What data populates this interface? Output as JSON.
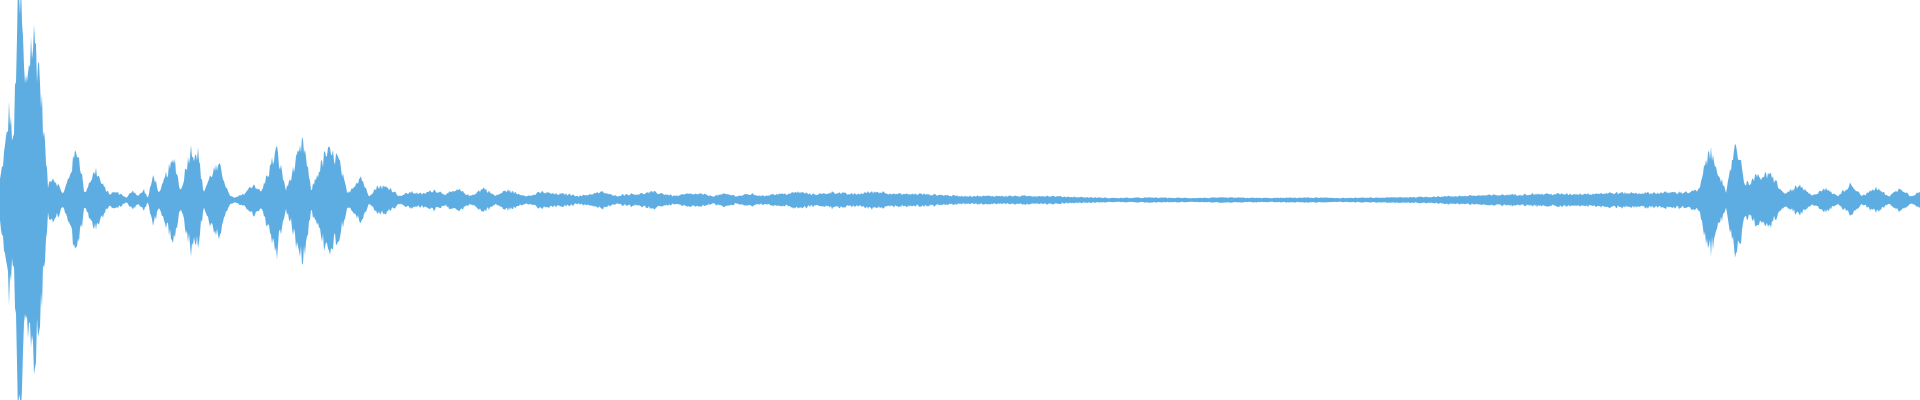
{
  "waveform": {
    "color": "#5dade2",
    "background": "#ffffff",
    "envelope": [
      [
        0.0,
        0.1
      ],
      [
        0.003,
        0.28
      ],
      [
        0.005,
        0.47
      ],
      [
        0.007,
        0.25
      ],
      [
        0.009,
        0.92
      ],
      [
        0.011,
        0.99
      ],
      [
        0.013,
        0.55
      ],
      [
        0.016,
        0.78
      ],
      [
        0.018,
        0.8
      ],
      [
        0.02,
        0.7
      ],
      [
        0.022,
        0.45
      ],
      [
        0.025,
        0.07
      ],
      [
        0.027,
        0.12
      ],
      [
        0.03,
        0.08
      ],
      [
        0.033,
        0.03
      ],
      [
        0.036,
        0.12
      ],
      [
        0.04,
        0.26
      ],
      [
        0.042,
        0.17
      ],
      [
        0.044,
        0.03
      ],
      [
        0.047,
        0.1
      ],
      [
        0.05,
        0.15
      ],
      [
        0.053,
        0.08
      ],
      [
        0.057,
        0.03
      ],
      [
        0.06,
        0.04
      ],
      [
        0.063,
        0.03
      ],
      [
        0.066,
        0.01
      ],
      [
        0.069,
        0.05
      ],
      [
        0.072,
        0.02
      ],
      [
        0.075,
        0.05
      ],
      [
        0.077,
        0.01
      ],
      [
        0.08,
        0.13
      ],
      [
        0.083,
        0.03
      ],
      [
        0.087,
        0.14
      ],
      [
        0.091,
        0.2
      ],
      [
        0.094,
        0.04
      ],
      [
        0.099,
        0.25
      ],
      [
        0.103,
        0.24
      ],
      [
        0.106,
        0.04
      ],
      [
        0.111,
        0.15
      ],
      [
        0.115,
        0.16
      ],
      [
        0.119,
        0.03
      ],
      [
        0.122,
        0.01
      ],
      [
        0.127,
        0.03
      ],
      [
        0.132,
        0.08
      ],
      [
        0.136,
        0.04
      ],
      [
        0.144,
        0.25
      ],
      [
        0.149,
        0.05
      ],
      [
        0.158,
        0.29
      ],
      [
        0.162,
        0.05
      ],
      [
        0.17,
        0.24
      ],
      [
        0.176,
        0.21
      ],
      [
        0.181,
        0.03
      ],
      [
        0.188,
        0.12
      ],
      [
        0.192,
        0.02
      ],
      [
        0.197,
        0.07
      ],
      [
        0.203,
        0.06
      ],
      [
        0.208,
        0.02
      ],
      [
        0.214,
        0.04
      ],
      [
        0.22,
        0.03
      ],
      [
        0.226,
        0.05
      ],
      [
        0.232,
        0.03
      ],
      [
        0.239,
        0.05
      ],
      [
        0.245,
        0.02
      ],
      [
        0.252,
        0.06
      ],
      [
        0.258,
        0.02
      ],
      [
        0.264,
        0.05
      ],
      [
        0.27,
        0.03
      ],
      [
        0.276,
        0.02
      ],
      [
        0.282,
        0.04
      ],
      [
        0.289,
        0.03
      ],
      [
        0.295,
        0.03
      ],
      [
        0.302,
        0.02
      ],
      [
        0.308,
        0.03
      ],
      [
        0.314,
        0.04
      ],
      [
        0.32,
        0.02
      ],
      [
        0.327,
        0.03
      ],
      [
        0.333,
        0.03
      ],
      [
        0.34,
        0.04
      ],
      [
        0.346,
        0.03
      ],
      [
        0.352,
        0.02
      ],
      [
        0.358,
        0.03
      ],
      [
        0.365,
        0.03
      ],
      [
        0.371,
        0.02
      ],
      [
        0.378,
        0.03
      ],
      [
        0.384,
        0.02
      ],
      [
        0.391,
        0.03
      ],
      [
        0.397,
        0.02
      ],
      [
        0.403,
        0.03
      ],
      [
        0.409,
        0.03
      ],
      [
        0.416,
        0.04
      ],
      [
        0.422,
        0.03
      ],
      [
        0.428,
        0.03
      ],
      [
        0.434,
        0.04
      ],
      [
        0.441,
        0.03
      ],
      [
        0.447,
        0.03
      ],
      [
        0.453,
        0.04
      ],
      [
        0.46,
        0.04
      ],
      [
        0.466,
        0.03
      ],
      [
        0.48,
        0.03
      ],
      [
        0.5,
        0.02
      ],
      [
        0.52,
        0.02
      ],
      [
        0.545,
        0.02
      ],
      [
        0.56,
        0.015
      ],
      [
        0.58,
        0.01
      ],
      [
        0.6,
        0.012
      ],
      [
        0.62,
        0.01
      ],
      [
        0.64,
        0.012
      ],
      [
        0.66,
        0.01
      ],
      [
        0.68,
        0.012
      ],
      [
        0.7,
        0.01
      ],
      [
        0.72,
        0.012
      ],
      [
        0.74,
        0.015
      ],
      [
        0.76,
        0.02
      ],
      [
        0.78,
        0.025
      ],
      [
        0.8,
        0.03
      ],
      [
        0.82,
        0.03
      ],
      [
        0.84,
        0.035
      ],
      [
        0.86,
        0.035
      ],
      [
        0.88,
        0.04
      ],
      [
        0.885,
        0.05
      ],
      [
        0.89,
        0.25
      ],
      [
        0.895,
        0.15
      ],
      [
        0.899,
        0.03
      ],
      [
        0.904,
        0.3
      ],
      [
        0.909,
        0.08
      ],
      [
        0.916,
        0.12
      ],
      [
        0.923,
        0.12
      ],
      [
        0.929,
        0.03
      ],
      [
        0.937,
        0.07
      ],
      [
        0.944,
        0.02
      ],
      [
        0.95,
        0.06
      ],
      [
        0.957,
        0.02
      ],
      [
        0.964,
        0.08
      ],
      [
        0.97,
        0.02
      ],
      [
        0.977,
        0.06
      ],
      [
        0.984,
        0.02
      ],
      [
        0.99,
        0.06
      ],
      [
        0.995,
        0.02
      ],
      [
        1.0,
        0.04
      ]
    ]
  }
}
